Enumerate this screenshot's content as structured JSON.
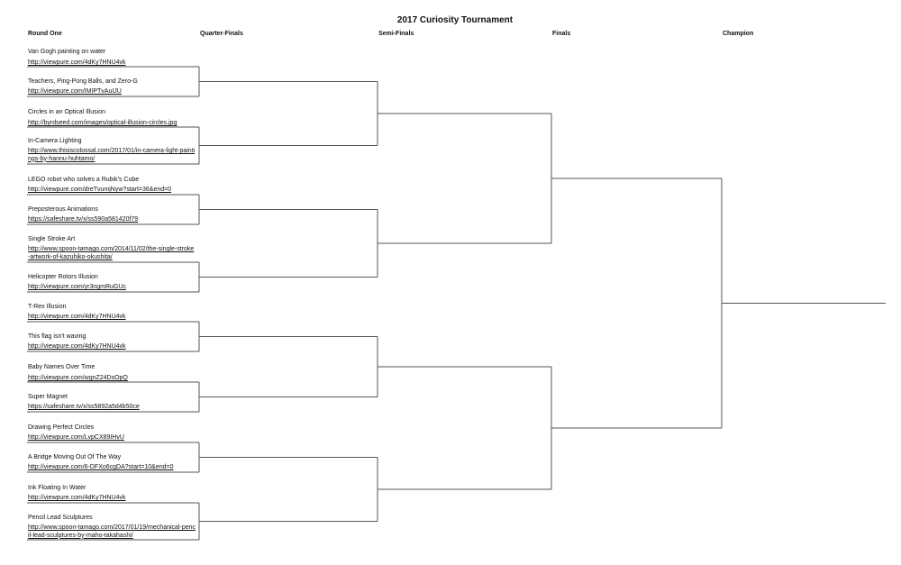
{
  "title": "2017 Curiosity Tournament",
  "rounds": [
    "Round One",
    "Quarter-Finals",
    "Semi-Finals",
    "Finals",
    "Champion"
  ],
  "entries": [
    {
      "name": "Van Gogh painting on water",
      "link": "http://viewpure.com/4dKy7HNU4vk"
    },
    {
      "name": "Teachers, Ping-Pong Balls, and Zero-G",
      "link": "http://viewpure.com/IMIPTvAuIJU"
    },
    {
      "name": "Circles in an Optical Illusion",
      "link": "http://byrdseed.com/images/optical-illusion-circles.jpg"
    },
    {
      "name": "In-Camera Lighting",
      "link": "http://www.thisiscolossal.com/2017/01/in-camera-light-paintings-by-hannu-huhtamo/"
    },
    {
      "name": "LEGO robot who solves a Rubik's Cube",
      "link": "http://viewpure.com/dreTvumjNyw?start=36&end=0"
    },
    {
      "name": "Preposterous Animations",
      "link": "https://safeshare.tv/x/ss590a581420f79"
    },
    {
      "name": "Single Stroke Art",
      "link": "http://www.spoon-tamago.com/2014/11/02/the-single-stroke-artwork-of-kazuhiko-okushita/"
    },
    {
      "name": "Helicopter Rotors Illusion",
      "link": "http://viewpure.com/yr3ngmRuGUc"
    },
    {
      "name": "T-Rex Illusion",
      "link": "http://viewpure.com/4dKy7HNU4vk"
    },
    {
      "name": "This flag isn't waving",
      "link": "http://viewpure.com/4dKy7HNU4vk"
    },
    {
      "name": "Baby Names Over Time",
      "link": "http://viewpure.com/wgnZ24DsOpQ"
    },
    {
      "name": "Super Magnet",
      "link": "https://safeshare.tv/x/ss5892a5d4b50ce"
    },
    {
      "name": "Drawing Perfect Circles",
      "link": "http://viewpure.com/LvpCX89IHvU"
    },
    {
      "name": "A Bridge Moving Out Of The Way",
      "link": "http://viewpure.com/6-DFXo6cgDA?start=10&end=0"
    },
    {
      "name": "Ink Floating In Water",
      "link": "http://viewpure.com/4dKy7HNU4vk"
    },
    {
      "name": "Pencil Lead Sculptures",
      "link": "http://www.spoon-tamago.com/2017/01/19/mechanical-pencil-lead-sculptures-by-maho-takahashi/"
    }
  ],
  "colors": {
    "line": "#555555",
    "text": "#111111"
  }
}
